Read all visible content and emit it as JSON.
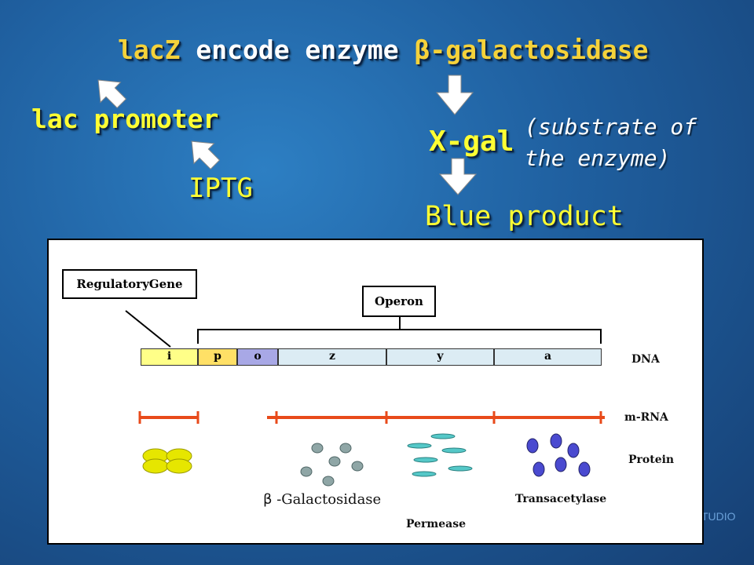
{
  "slide": {
    "title": {
      "part1": "lacZ",
      "part2": " encode enzyme ",
      "part3": "β",
      "part4": "-galactosidase"
    },
    "promoter": "lac promoter",
    "inducer": "IPTG",
    "substrate_name": "X-gal",
    "substrate_note_line1": "(substrate of",
    "substrate_note_line2": "the enzyme)",
    "product": "Blue product",
    "watermark": "TUDIO"
  },
  "diagram": {
    "regulatory_gene": "RegulatoryGene",
    "operon": "Operon",
    "segments": [
      {
        "label": "i",
        "color": "#ffff88"
      },
      {
        "label": "p",
        "color": "#ffe066"
      },
      {
        "label": "o",
        "color": "#a8a8e6"
      },
      {
        "label": "z",
        "color": "#dcecf4"
      },
      {
        "label": "y",
        "color": "#dcecf4"
      },
      {
        "label": "a",
        "color": "#dcecf4"
      }
    ],
    "row_labels": {
      "dna": "DNA",
      "mrna": "m-RNA",
      "protein": "Protein"
    },
    "protein_labels": {
      "galactosidase_beta": "β",
      "galactosidase": " -Galactosidase",
      "permease": "Permease",
      "transacetylase": "Transacetylase"
    },
    "colors": {
      "mrna": "#e84a1a",
      "repressor": "#e6e600",
      "galactosidase": "#8fa6a6",
      "permease": "#55c8c8",
      "transacetylase": "#4a4ad0"
    }
  }
}
